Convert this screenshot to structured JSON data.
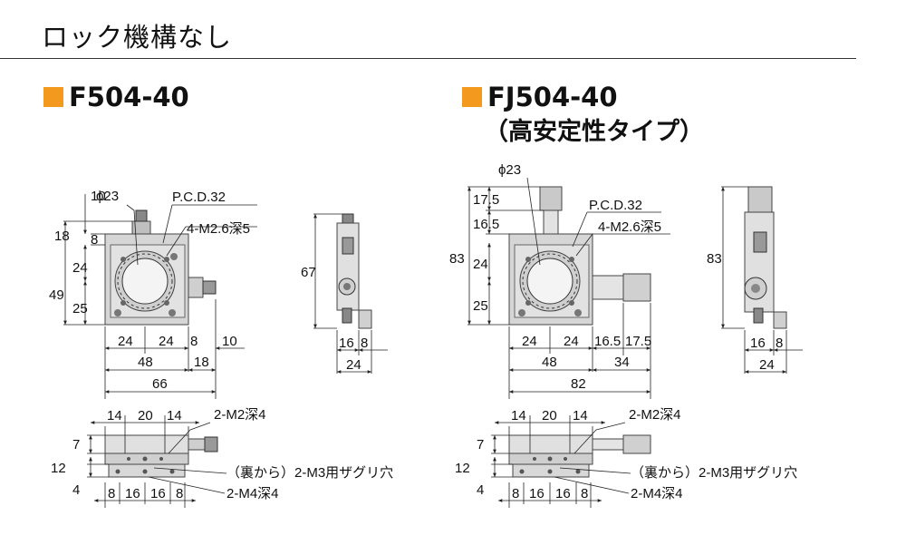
{
  "header": {
    "title": "ロック機構なし"
  },
  "colors": {
    "bullet": "#f39a1e",
    "part_metal": "#c9c9c9",
    "part_dark": "#555555"
  },
  "left_model": {
    "name": "F504-40",
    "top_view": {
      "phi": "ϕ23",
      "pcd": "P.C.D.32",
      "tap": "4-M2.6深5",
      "h_top": "10",
      "h_8": "8",
      "h_18": "18",
      "h_24": "24",
      "h_49": "49",
      "h_25": "25",
      "w_24a": "24",
      "w_24b": "24",
      "w_8": "8",
      "w_10": "10",
      "w_48": "48",
      "w_18": "18",
      "w_66": "66"
    },
    "side_view": {
      "h_67": "67",
      "w_16": "16",
      "w_8": "8",
      "w_24": "24"
    },
    "front_view": {
      "w_14a": "14",
      "w_20": "20",
      "w_14b": "14",
      "m2": "2-M2深4",
      "h_7": "7",
      "h_12": "12",
      "h_4": "4",
      "counterbore": "（裏から）2-M3用ザグリ穴",
      "m4": "2-M4深4",
      "w_8a": "8",
      "w_16a": "16",
      "w_16b": "16",
      "w_8b": "8"
    }
  },
  "right_model": {
    "name": "FJ504-40",
    "subtitle": "（高安定性タイプ）",
    "top_view": {
      "phi": "ϕ23",
      "pcd": "P.C.D.32",
      "tap": "4-M2.6深5",
      "h_175": "17.5",
      "h_165": "16.5",
      "h_83": "83",
      "h_24": "24",
      "h_25": "25",
      "w_24a": "24",
      "w_24b": "24",
      "w_165": "16.5",
      "w_175": "17.5",
      "w_48": "48",
      "w_34": "34",
      "w_82": "82"
    },
    "side_view": {
      "h_83": "83",
      "w_16": "16",
      "w_8": "8",
      "w_24": "24"
    },
    "front_view": {
      "w_14a": "14",
      "w_20": "20",
      "w_14b": "14",
      "m2": "2-M2深4",
      "h_7": "7",
      "h_12": "12",
      "h_4": "4",
      "counterbore": "（裏から）2-M3用ザグリ穴",
      "m4": "2-M4深4",
      "w_8a": "8",
      "w_16a": "16",
      "w_16b": "16",
      "w_8b": "8"
    }
  }
}
